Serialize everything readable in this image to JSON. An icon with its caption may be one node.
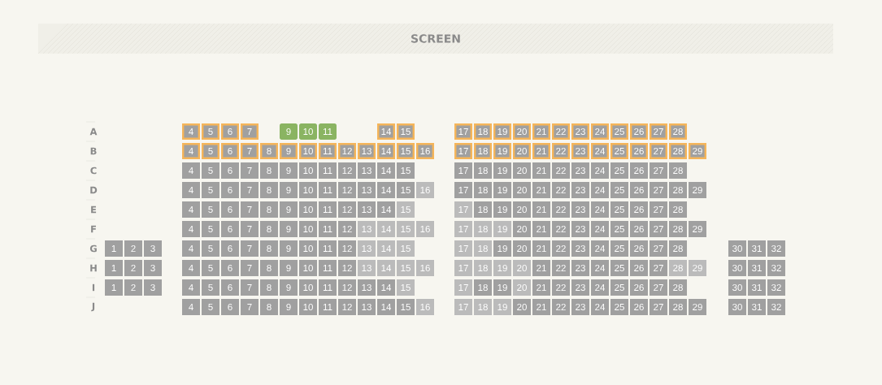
{
  "diagram": {
    "nodes": [
      {
        "text": [
          "SCREEN"
        ]
      },
      {
        "text": [
          "4"
        ]
      },
      {
        "text": [
          "5"
        ]
      },
      {
        "text": [
          "6"
        ]
      },
      {
        "text": [
          "7"
        ]
      },
      {
        "text": [
          "9"
        ]
      },
      {
        "text": [
          "10"
        ]
      },
      {
        "text": [
          "11"
        ]
      },
      {
        "text": [
          "14"
        ]
      },
      {
        "text": [
          "15"
        ]
      },
      {
        "text": [
          "17"
        ]
      },
      {
        "text": [
          "18"
        ]
      },
      {
        "text": [
          "19"
        ]
      },
      {
        "text": [
          "20"
        ]
      },
      {
        "text": [
          "21"
        ]
      },
      {
        "text": [
          "22"
        ]
      },
      {
        "text": [
          "23"
        ]
      },
      {
        "text": [
          "24"
        ]
      },
      {
        "text": [
          "25"
        ]
      },
      {
        "text": [
          "26"
        ]
      },
      {
        "text": [
          "27"
        ]
      },
      {
        "text": [
          "28"
        ]
      },
      {
        "text": [
          "4"
        ]
      },
      {
        "text": [
          "5"
        ]
      },
      {
        "text": [
          "6"
        ]
      },
      {
        "text": [
          "7"
        ]
      },
      {
        "text": [
          "8"
        ]
      },
      {
        "text": [
          "9"
        ]
      },
      {
        "text": [
          "10"
        ]
      },
      {
        "text": [
          "11"
        ]
      },
      {
        "text": [
          "12"
        ]
      },
      {
        "text": [
          "13"
        ]
      },
      {
        "text": [
          "14"
        ]
      },
      {
        "text": [
          "15"
        ]
      },
      {
        "text": [
          "16"
        ]
      },
      {
        "text": [
          "17"
        ]
      },
      {
        "text": [
          "18"
        ]
      },
      {
        "text": [
          "19"
        ]
      },
      {
        "text": [
          "20"
        ]
      },
      {
        "text": [
          "21"
        ]
      },
      {
        "text": [
          "22"
        ]
      },
      {
        "text": [
          "23"
        ]
      },
      {
        "text": [
          "24"
        ]
      },
      {
        "text": [
          "25"
        ]
      },
      {
        "text": [
          "26"
        ]
      },
      {
        "text": [
          "27"
        ]
      },
      {
        "text": [
          "28"
        ]
      },
      {
        "text": [
          "29"
        ]
      },
      {
        "text": [
          "4"
        ]
      },
      {
        "text": [
          "5"
        ]
      },
      {
        "text": [
          "6"
        ]
      },
      {
        "text": [
          "7"
        ]
      },
      {
        "text": [
          "8"
        ]
      },
      {
        "text": [
          "9"
        ]
      },
      {
        "text": [
          "10"
        ]
      },
      {
        "text": [
          "11"
        ]
      },
      {
        "text": [
          "12"
        ]
      },
      {
        "text": [
          "13"
        ]
      },
      {
        "text": [
          "14"
        ]
      },
      {
        "text": [
          "15"
        ]
      },
      {
        "text": [
          "17"
        ]
      },
      {
        "text": [
          "18"
        ]
      },
      {
        "text": [
          "19"
        ]
      },
      {
        "text": [
          "20"
        ]
      },
      {
        "text": [
          "21"
        ]
      },
      {
        "text": [
          "22"
        ]
      },
      {
        "text": [
          "23"
        ]
      },
      {
        "text": [
          "24"
        ]
      },
      {
        "text": [
          "25"
        ]
      },
      {
        "text": [
          "26"
        ]
      },
      {
        "text": [
          "27"
        ]
      },
      {
        "text": [
          "28"
        ]
      },
      {
        "text": [
          "4"
        ]
      },
      {
        "text": [
          "5"
        ]
      },
      {
        "text": [
          "6"
        ]
      },
      {
        "text": [
          "7"
        ]
      },
      {
        "text": [
          "8"
        ]
      },
      {
        "text": [
          "9"
        ]
      },
      {
        "text": [
          "10"
        ]
      },
      {
        "text": [
          "11"
        ]
      },
      {
        "text": [
          "12"
        ]
      },
      {
        "text": [
          "13"
        ]
      },
      {
        "text": [
          "14"
        ]
      },
      {
        "text": [
          "15"
        ]
      },
      {
        "text": [
          "16"
        ]
      },
      {
        "text": [
          "17"
        ]
      },
      {
        "text": [
          "18"
        ]
      },
      {
        "text": [
          "19"
        ]
      },
      {
        "text": [
          "20"
        ]
      },
      {
        "text": [
          "21"
        ]
      },
      {
        "text": [
          "22"
        ]
      },
      {
        "text": [
          "23"
        ]
      },
      {
        "text": [
          "24"
        ]
      },
      {
        "text": [
          "25"
        ]
      },
      {
        "text": [
          "26"
        ]
      },
      {
        "text": [
          "27"
        ]
      },
      {
        "text": [
          "28"
        ]
      },
      {
        "text": [
          "29"
        ]
      },
      {
        "text": [
          "4"
        ]
      },
      {
        "text": [
          "5"
        ]
      },
      {
        "text": [
          "6"
        ]
      },
      {
        "text": [
          "7"
        ]
      },
      {
        "text": [
          "8"
        ]
      },
      {
        "text": [
          "9"
        ]
      },
      {
        "text": [
          "10"
        ]
      },
      {
        "text": [
          "11"
        ]
      },
      {
        "text": [
          "12"
        ]
      },
      {
        "text": [
          "13"
        ]
      },
      {
        "text": [
          "14"
        ]
      },
      {
        "text": [
          "15"
        ]
      },
      {
        "text": [
          "17"
        ]
      },
      {
        "text": [
          "18"
        ]
      },
      {
        "text": [
          "19"
        ]
      },
      {
        "text": [
          "20"
        ]
      },
      {
        "text": [
          "21"
        ]
      },
      {
        "text": [
          "22"
        ]
      },
      {
        "text": [
          "23"
        ]
      },
      {
        "text": [
          "24"
        ]
      },
      {
        "text": [
          "25"
        ]
      },
      {
        "text": [
          "26"
        ]
      },
      {
        "text": [
          "27"
        ]
      },
      {
        "text": [
          "28"
        ]
      },
      {
        "text": [
          "4"
        ]
      },
      {
        "text": [
          "5"
        ]
      },
      {
        "text": [
          "6"
        ]
      },
      {
        "text": [
          "7"
        ]
      },
      {
        "text": [
          "8"
        ]
      },
      {
        "text": [
          "9"
        ]
      },
      {
        "text": [
          "10"
        ]
      },
      {
        "text": [
          "11"
        ]
      },
      {
        "text": [
          "12"
        ]
      },
      {
        "text": [
          "13"
        ]
      },
      {
        "text": [
          "14"
        ]
      },
      {
        "text": [
          "15"
        ]
      },
      {
        "text": [
          "16"
        ]
      },
      {
        "text": [
          "17"
        ]
      },
      {
        "text": [
          "18"
        ]
      },
      {
        "text": [
          "19"
        ]
      },
      {
        "text": [
          "20"
        ]
      },
      {
        "text": [
          "21"
        ]
      },
      {
        "text": [
          "22"
        ]
      },
      {
        "text": [
          "23"
        ]
      },
      {
        "text": [
          "24"
        ]
      },
      {
        "text": [
          "25"
        ]
      },
      {
        "text": [
          "26"
        ]
      },
      {
        "text": [
          "27"
        ]
      },
      {
        "text": [
          "28"
        ]
      },
      {
        "text": [
          "29"
        ]
      },
      {
        "text": [
          "1"
        ]
      },
      {
        "text": [
          "2"
        ]
      },
      {
        "text": [
          "3"
        ]
      },
      {
        "text": [
          "4"
        ]
      },
      {
        "text": [
          "5"
        ]
      },
      {
        "text": [
          "6"
        ]
      },
      {
        "text": [
          "7"
        ]
      },
      {
        "text": [
          "8"
        ]
      },
      {
        "text": [
          "9"
        ]
      },
      {
        "text": [
          "10"
        ]
      },
      {
        "text": [
          "11"
        ]
      },
      {
        "text": [
          "12"
        ]
      },
      {
        "text": [
          "13"
        ]
      },
      {
        "text": [
          "14"
        ]
      },
      {
        "text": [
          "15"
        ]
      },
      {
        "text": [
          "17"
        ]
      },
      {
        "text": [
          "18"
        ]
      },
      {
        "text": [
          "19"
        ]
      },
      {
        "text": [
          "20"
        ]
      },
      {
        "text": [
          "21"
        ]
      },
      {
        "text": [
          "22"
        ]
      },
      {
        "text": [
          "23"
        ]
      },
      {
        "text": [
          "24"
        ]
      },
      {
        "text": [
          "25"
        ]
      },
      {
        "text": [
          "26"
        ]
      },
      {
        "text": [
          "27"
        ]
      },
      {
        "text": [
          "28"
        ]
      },
      {
        "text": [
          "30"
        ]
      },
      {
        "text": [
          "31"
        ]
      },
      {
        "text": [
          "32"
        ]
      },
      {
        "text": [
          "1"
        ]
      },
      {
        "text": [
          "2"
        ]
      },
      {
        "text": [
          "3"
        ]
      },
      {
        "text": [
          "4"
        ]
      },
      {
        "text": [
          "5"
        ]
      },
      {
        "text": [
          "6"
        ]
      },
      {
        "text": [
          "7"
        ]
      },
      {
        "text": [
          "8"
        ]
      },
      {
        "text": [
          "9"
        ]
      },
      {
        "text": [
          "10"
        ]
      },
      {
        "text": [
          "11"
        ]
      },
      {
        "text": [
          "12"
        ]
      },
      {
        "text": [
          "13"
        ]
      },
      {
        "text": [
          "14"
        ]
      },
      {
        "text": [
          "15"
        ]
      },
      {
        "text": [
          "16"
        ]
      },
      {
        "text": [
          "17"
        ]
      },
      {
        "text": [
          "18"
        ]
      },
      {
        "text": [
          "19"
        ]
      },
      {
        "text": [
          "20"
        ]
      },
      {
        "text": [
          "21"
        ]
      },
      {
        "text": [
          "22"
        ]
      },
      {
        "text": [
          "23"
        ]
      },
      {
        "text": [
          "24"
        ]
      },
      {
        "text": [
          "25"
        ]
      },
      {
        "text": [
          "26"
        ]
      },
      {
        "text": [
          "27"
        ]
      },
      {
        "text": [
          "28"
        ]
      },
      {
        "text": [
          "29"
        ]
      },
      {
        "text": [
          "30"
        ]
      },
      {
        "text": [
          "31"
        ]
      },
      {
        "text": [
          "32"
        ]
      },
      {
        "text": [
          "1"
        ]
      },
      {
        "text": [
          "2"
        ]
      },
      {
        "text": [
          "3"
        ]
      },
      {
        "text": [
          "4"
        ]
      },
      {
        "text": [
          "5"
        ]
      },
      {
        "text": [
          "6"
        ]
      },
      {
        "text": [
          "7"
        ]
      },
      {
        "text": [
          "8"
        ]
      },
      {
        "text": [
          "9"
        ]
      },
      {
        "text": [
          "10"
        ]
      },
      {
        "text": [
          "11"
        ]
      },
      {
        "text": [
          "12"
        ]
      },
      {
        "text": [
          "13"
        ]
      },
      {
        "text": [
          "14"
        ]
      },
      {
        "text": [
          "15"
        ]
      },
      {
        "text": [
          "17"
        ]
      },
      {
        "text": [
          "18"
        ]
      },
      {
        "text": [
          "19"
        ]
      },
      {
        "text": [
          "20"
        ]
      },
      {
        "text": [
          "21"
        ]
      },
      {
        "text": [
          "22"
        ]
      },
      {
        "text": [
          "23"
        ]
      },
      {
        "text": [
          "24"
        ]
      },
      {
        "text": [
          "25"
        ]
      },
      {
        "text": [
          "26"
        ]
      },
      {
        "text": [
          "27"
        ]
      },
      {
        "text": [
          "28"
        ]
      },
      {
        "text": [
          "30"
        ]
      },
      {
        "text": [
          "31"
        ]
      },
      {
        "text": [
          "32"
        ]
      },
      {
        "text": [
          "4"
        ]
      },
      {
        "text": [
          "5"
        ]
      },
      {
        "text": [
          "6"
        ]
      },
      {
        "text": [
          "7"
        ]
      },
      {
        "text": [
          "8"
        ]
      },
      {
        "text": [
          "9"
        ]
      },
      {
        "text": [
          "10"
        ]
      },
      {
        "text": [
          "11"
        ]
      },
      {
        "text": [
          "12"
        ]
      },
      {
        "text": [
          "13"
        ]
      },
      {
        "text": [
          "14"
        ]
      },
      {
        "text": [
          "15"
        ]
      },
      {
        "text": [
          "16"
        ]
      },
      {
        "text": [
          "17"
        ]
      },
      {
        "text": [
          "18"
        ]
      },
      {
        "text": [
          "19"
        ]
      },
      {
        "text": [
          "20"
        ]
      },
      {
        "text": [
          "21"
        ]
      },
      {
        "text": [
          "22"
        ]
      },
      {
        "text": [
          "23"
        ]
      },
      {
        "text": [
          "24"
        ]
      },
      {
        "text": [
          "25"
        ]
      },
      {
        "text": [
          "26"
        ]
      },
      {
        "text": [
          "27"
        ]
      },
      {
        "text": [
          "28"
        ]
      },
      {
        "text": [
          "29"
        ]
      },
      {
        "text": [
          "30"
        ]
      },
      {
        "text": [
          "31"
        ]
      },
      {
        "text": [
          "32"
        ]
      }
    ],
    "labels": [
      "A",
      "B",
      "C",
      "D",
      "E",
      "F",
      "G",
      "H",
      "I",
      "J"
    ]
  }
}
